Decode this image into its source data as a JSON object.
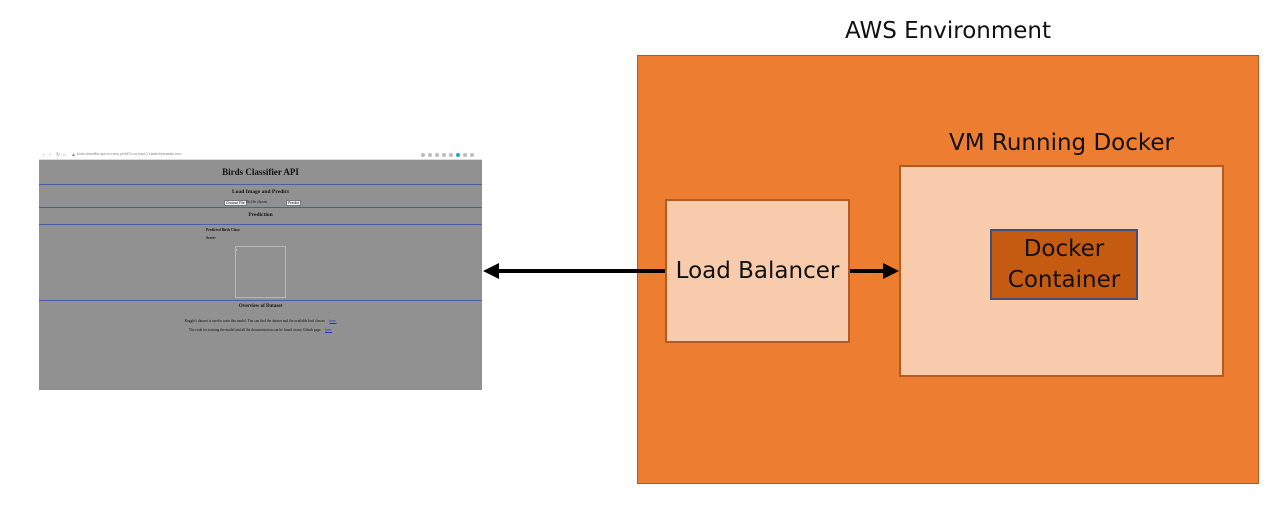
{
  "diagram": {
    "aws_title": "AWS Environment",
    "vm_title": "VM Running Docker",
    "load_balancer": "Load Balancer",
    "docker_container_line1": "Docker",
    "docker_container_line2": "Container",
    "colors": {
      "aws_fill": "#ed7d31",
      "box_fill": "#f8cbad",
      "container_fill": "#c55a11",
      "container_border": "#3f4f7a",
      "arrow": "#000000"
    }
  },
  "screenshot": {
    "url": "birds-classifier-api-env.eba-p9d9f7u.us-east-1.elasticbeanstalk.com",
    "page_title": "Birds Classifier API",
    "upload_section_title": "Load Image and Predict",
    "choose_file_button": "Choose File",
    "file_status": "No file chosen",
    "predict_button": "Predict",
    "prediction_title": "Prediction",
    "predicted_class_label": "Predicted Birds Class:",
    "score_label": "Score:",
    "overview_title": "Overview of Dataset",
    "overview_line1": "Kaggle's dataset is used to train this model. You can find the dataset and the available bird classes",
    "overview_line2": "The code for training the model and all the documentation can be found on my Github page",
    "link_text": "here."
  }
}
